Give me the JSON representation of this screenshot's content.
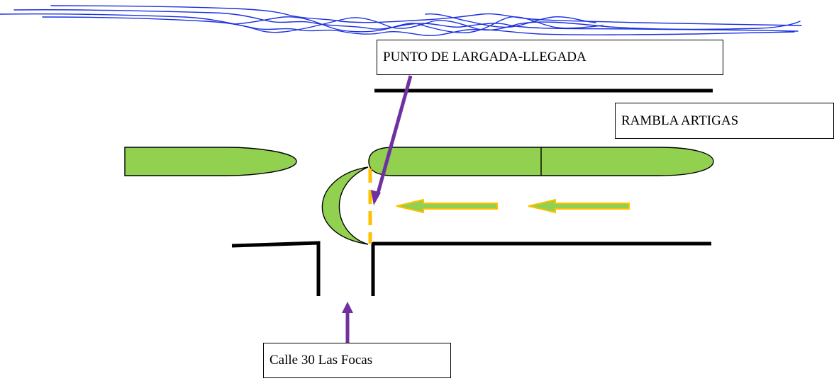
{
  "labels": {
    "start_finish": "PUNTO DE LARGADA-LLEGADA",
    "rambla": "RAMBLA ARTIGAS",
    "calle": "Calle 30 Las Focas"
  },
  "colors": {
    "coast_line": "#1a2fe0",
    "median_fill": "#92d050",
    "median_stroke": "#000000",
    "road_line": "#000000",
    "start_line": "#ffc000",
    "direction_arrow_fill": "#92d050",
    "direction_arrow_stroke": "#ffc000",
    "pointer_arrow": "#7030a0"
  },
  "icons": {
    "coastline": "wavy-water-lines",
    "direction": "left-arrow",
    "pointer": "straight-arrow"
  }
}
